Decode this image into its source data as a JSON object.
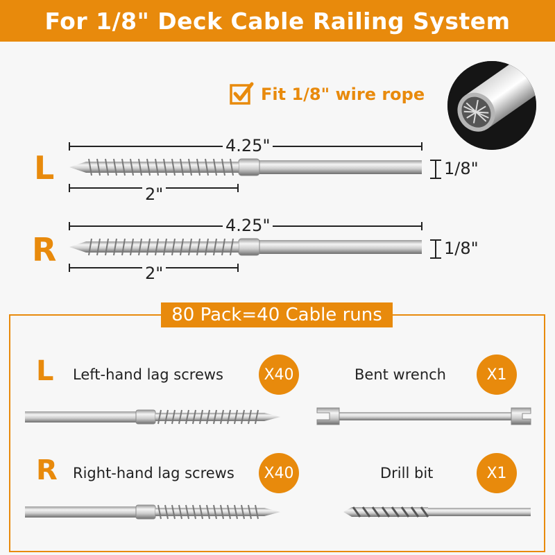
{
  "banner": {
    "title": "For 1/8\" Deck Cable Railing System"
  },
  "fit": {
    "text": "Fit 1/8\" wire rope",
    "icon": "checkbox-check-icon"
  },
  "left_screw": {
    "letter": "L",
    "total_length": "4.25\"",
    "thread_length": "2\"",
    "diameter": "1/8\""
  },
  "right_screw": {
    "letter": "R",
    "total_length": "4.25\"",
    "thread_length": "2\"",
    "diameter": "1/8\""
  },
  "package": {
    "headline": "80 Pack=40 Cable runs",
    "items": [
      {
        "letter": "L",
        "label": "Left-hand lag screws",
        "qty": "X40"
      },
      {
        "letter": "",
        "label": "Bent wrench",
        "qty": "X1"
      },
      {
        "letter": "R",
        "label": "Right-hand lag screws",
        "qty": "X40"
      },
      {
        "letter": "",
        "label": "Drill bit",
        "qty": "X1"
      }
    ]
  },
  "colors": {
    "accent": "#e88a0c",
    "background": "#f7f7f7"
  }
}
